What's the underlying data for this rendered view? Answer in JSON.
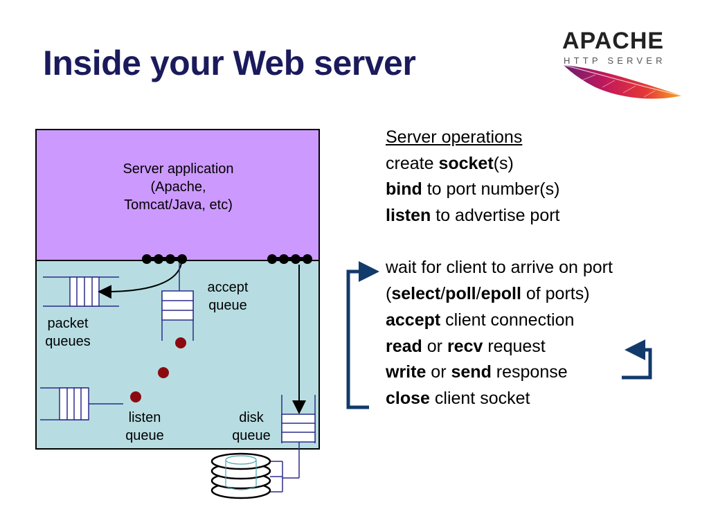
{
  "title": "Inside your Web server",
  "logo": {
    "word": "APACHE",
    "sub": "HTTP SERVER"
  },
  "diagram": {
    "server_app_label_1": "Server application",
    "server_app_label_2": "(Apache,",
    "server_app_label_3": "Tomcat/Java, etc)",
    "accept_queue_1": "accept",
    "accept_queue_2": "queue",
    "packet_queues_1": "packet",
    "packet_queues_2": "queues",
    "listen_queue_1": "listen",
    "listen_queue_2": "queue",
    "disk_queue_1": "disk",
    "disk_queue_2": "queue",
    "colors": {
      "app": "#cc99ff",
      "kernel": "#b7dde2",
      "dot": "#8b0a10",
      "arrow": "#123a6b"
    }
  },
  "operations": {
    "heading": "Server operations",
    "l1_a": "create ",
    "l1_b": "socket",
    "l1_c": "(s)",
    "l2_a": "bind",
    "l2_b": " to port number(s)",
    "l3_a": "listen",
    "l3_b": " to advertise port",
    "l4": "wait for client to arrive on port",
    "l5_a": "(",
    "l5_b": "select",
    "l5_c": "/",
    "l5_d": "poll",
    "l5_e": "/",
    "l5_f": "epoll",
    "l5_g": " of ports)",
    "l6_a": "accept",
    "l6_b": " client connection",
    "l7_a": "read",
    "l7_b": " or ",
    "l7_c": "recv",
    "l7_d": " request",
    "l8_a": "write",
    "l8_b": " or ",
    "l8_c": "send",
    "l8_d": " response",
    "l9_a": "close",
    "l9_b": " client socket"
  }
}
